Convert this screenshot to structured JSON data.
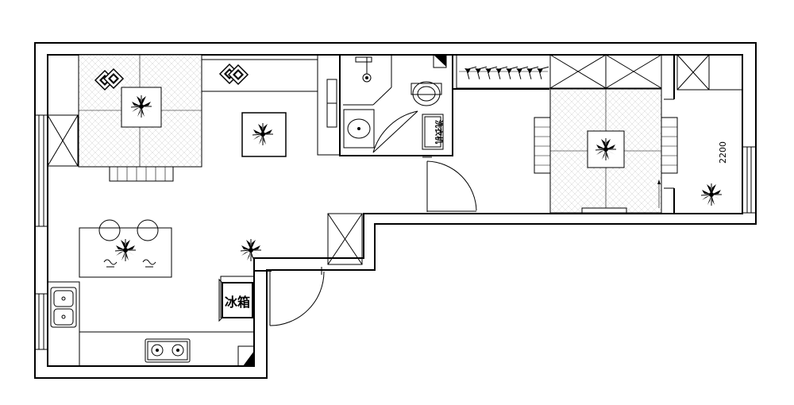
{
  "labels": {
    "fridge": "冰箱",
    "washer": "洗衣机"
  },
  "dimensions": {
    "right_room_width": "2200"
  },
  "colors": {
    "line": "#000000",
    "tile_hatch": "#b8b8b8",
    "background": "#ffffff"
  },
  "icons": {
    "plant": "plant-icon",
    "cushion": "cushion-icon",
    "chair": "bar-stool-icon",
    "sink": "sink-icon",
    "stove": "stove-icon",
    "toilet": "toilet-icon",
    "shower": "shower-icon",
    "hanger": "hanger-icon"
  }
}
